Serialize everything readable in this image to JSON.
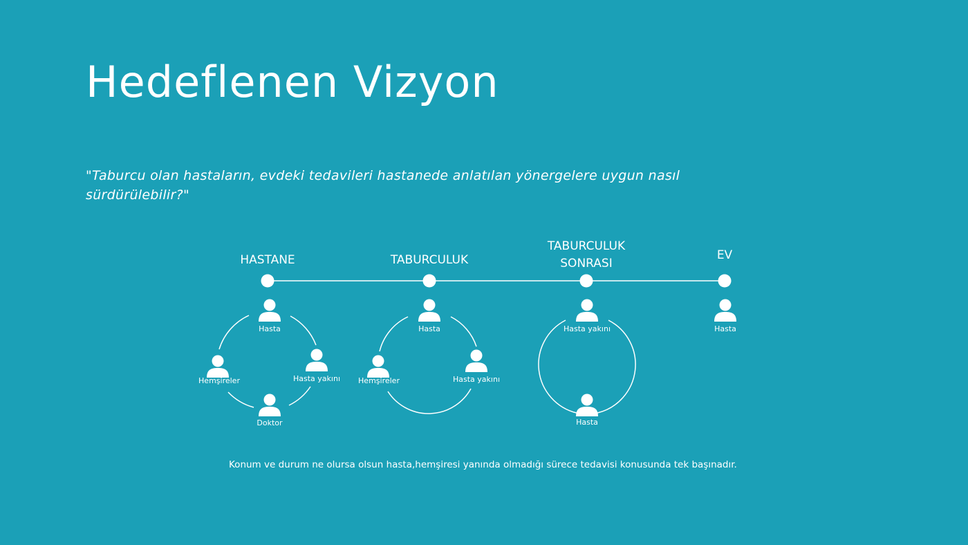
{
  "title": "Hedeflenen Vizyon",
  "question": "\"Taburcu olan hastaların, evdeki tedavileri hastanede anlatılan yönergelere uygun nasıl sürdürülebilir?\"",
  "stages": [
    {
      "label_lines": [
        "HASTANE"
      ],
      "people": [
        "Hasta",
        "Hemşireler",
        "Hasta yakını",
        "Doktor"
      ]
    },
    {
      "label_lines": [
        "TABURCULUK"
      ],
      "people": [
        "Hasta",
        "Hemşireler",
        "Hasta yakını"
      ]
    },
    {
      "label_lines": [
        "TABURCULUK",
        "SONRASI"
      ],
      "people": [
        "Hasta yakını",
        "Hasta"
      ]
    },
    {
      "label_lines": [
        "EV"
      ],
      "people": [
        "Hasta"
      ]
    }
  ],
  "footer": "Konum ve durum ne olursa olsun hasta,hemşiresi yanında olmadığı sürece tedavisi konusunda tek başınadır.",
  "colors": {
    "background": "#1ba0b7",
    "foreground": "#ffffff"
  }
}
